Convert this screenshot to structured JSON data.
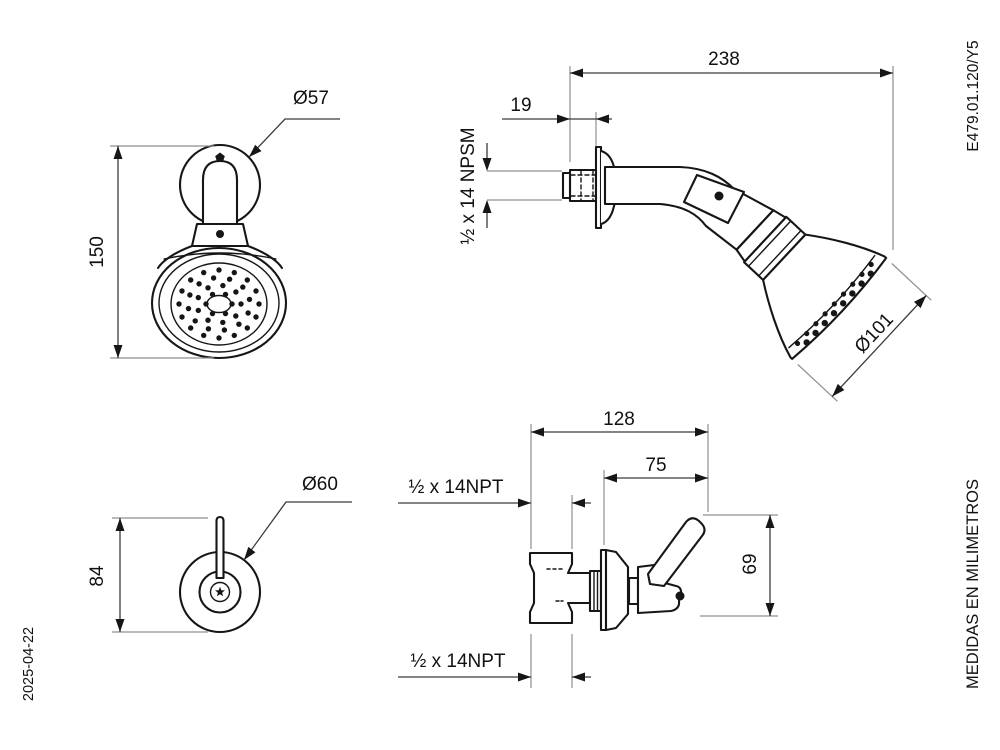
{
  "title_block": {
    "part_code": "E479.01.120/Y5",
    "units_note": "MEDIDAS EN MILIMETROS",
    "date": "2025-04-22"
  },
  "shower_front_view": {
    "flange_diameter": "Ø57",
    "overall_height": "150"
  },
  "shower_side_view": {
    "wall_to_tip": "238",
    "wall_offset": "19",
    "thread_spec": "½ x 14 NPSM",
    "face_diameter": "Ø101"
  },
  "valve_front_view": {
    "escutcheon_diameter": "Ø60",
    "overall_height": "84"
  },
  "valve_side_view": {
    "overall_depth": "128",
    "handle_depth": "75",
    "inlet_thread_spec": "½ x 14NPT",
    "handle_height": "69",
    "outlet_thread_spec": "½ x 14NPT"
  },
  "colors": {
    "outline": "#161616",
    "dimension_line": "#3a3a3a",
    "extension_line": "#8f8f8f",
    "text": "#111111",
    "background": "#ffffff"
  }
}
